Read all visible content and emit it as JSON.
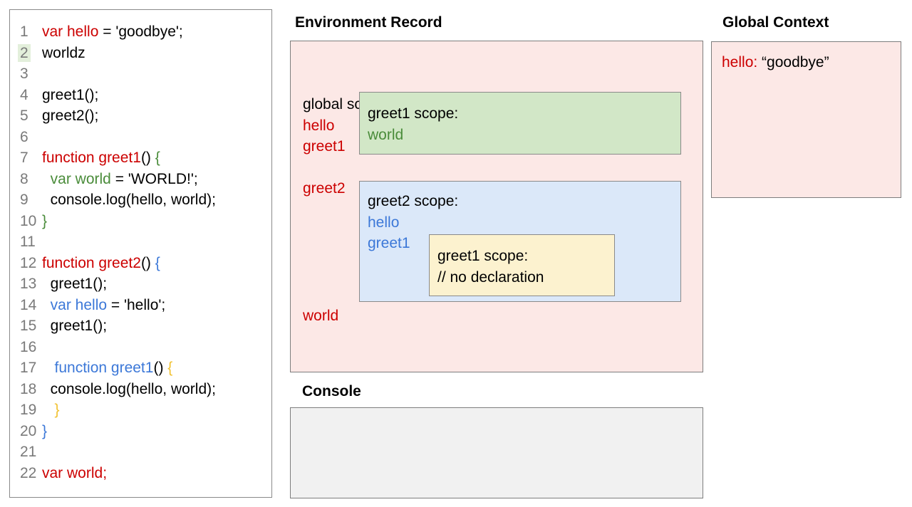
{
  "colors": {
    "code_black": "#000000",
    "code_red": "#cc0000",
    "code_green": "#4a8c3a",
    "code_blue": "#3c78d8",
    "code_yellow": "#f1c232",
    "line_number": "#7a7a7a",
    "line_highlight": "#e3efdb",
    "panel_pink": "#fce8e6",
    "box_green": "#d2e7c7",
    "box_blue": "#dbe8f9",
    "box_yellow": "#fcf2cf",
    "console_bg": "#f1f1f1"
  },
  "code": {
    "lines": [
      {
        "n": 1,
        "highlight": false,
        "segments": [
          {
            "t": "var hello",
            "c": "red"
          },
          {
            "t": " = 'goodbye';",
            "c": "black"
          }
        ]
      },
      {
        "n": 2,
        "highlight": true,
        "segments": [
          {
            "t": "worldz",
            "c": "black"
          }
        ]
      },
      {
        "n": 3,
        "highlight": false,
        "segments": []
      },
      {
        "n": 4,
        "highlight": false,
        "segments": [
          {
            "t": "greet1();",
            "c": "black"
          }
        ]
      },
      {
        "n": 5,
        "highlight": false,
        "segments": [
          {
            "t": "greet2();",
            "c": "black"
          }
        ]
      },
      {
        "n": 6,
        "highlight": false,
        "segments": []
      },
      {
        "n": 7,
        "highlight": false,
        "segments": [
          {
            "t": "function greet1",
            "c": "red"
          },
          {
            "t": "() ",
            "c": "black"
          },
          {
            "t": "{",
            "c": "green"
          }
        ]
      },
      {
        "n": 8,
        "highlight": false,
        "segments": [
          {
            "t": "  ",
            "c": "black"
          },
          {
            "t": "var world",
            "c": "green"
          },
          {
            "t": " = 'WORLD!';",
            "c": "black"
          }
        ]
      },
      {
        "n": 9,
        "highlight": false,
        "segments": [
          {
            "t": "  console.log(hello, world);",
            "c": "black"
          }
        ]
      },
      {
        "n": 10,
        "highlight": false,
        "segments": [
          {
            "t": "}",
            "c": "green"
          }
        ]
      },
      {
        "n": 11,
        "highlight": false,
        "segments": []
      },
      {
        "n": 12,
        "highlight": false,
        "segments": [
          {
            "t": "function greet2",
            "c": "red"
          },
          {
            "t": "() ",
            "c": "black"
          },
          {
            "t": "{",
            "c": "blue"
          }
        ]
      },
      {
        "n": 13,
        "highlight": false,
        "segments": [
          {
            "t": "  greet1();",
            "c": "black"
          }
        ]
      },
      {
        "n": 14,
        "highlight": false,
        "segments": [
          {
            "t": "  ",
            "c": "black"
          },
          {
            "t": "var hello",
            "c": "blue"
          },
          {
            "t": " = 'hello';",
            "c": "black"
          }
        ]
      },
      {
        "n": 15,
        "highlight": false,
        "segments": [
          {
            "t": "  greet1();",
            "c": "black"
          }
        ]
      },
      {
        "n": 16,
        "highlight": false,
        "segments": []
      },
      {
        "n": 17,
        "highlight": false,
        "segments": [
          {
            "t": "   ",
            "c": "black"
          },
          {
            "t": "function greet1",
            "c": "blue"
          },
          {
            "t": "() ",
            "c": "black"
          },
          {
            "t": "{",
            "c": "yellow"
          }
        ]
      },
      {
        "n": 18,
        "highlight": false,
        "segments": [
          {
            "t": "  console.log(hello, world);",
            "c": "black"
          }
        ]
      },
      {
        "n": 19,
        "highlight": false,
        "segments": [
          {
            "t": "   ",
            "c": "black"
          },
          {
            "t": "}",
            "c": "yellow"
          }
        ]
      },
      {
        "n": 20,
        "highlight": false,
        "segments": [
          {
            "t": "}",
            "c": "blue"
          }
        ]
      },
      {
        "n": 21,
        "highlight": false,
        "segments": []
      },
      {
        "n": 22,
        "highlight": false,
        "segments": [
          {
            "t": "var world;",
            "c": "red"
          }
        ]
      }
    ]
  },
  "environment_record": {
    "title": "Environment Record",
    "scope_label": "global scope:",
    "vars_top": [
      "hello",
      "greet1"
    ],
    "greet2_label": "greet2",
    "world_label": "world",
    "greet1_box": {
      "label": "greet1 scope:",
      "vars": [
        "world"
      ]
    },
    "greet2_box": {
      "label": "greet2 scope:",
      "vars": [
        "hello",
        "greet1"
      ],
      "inner_box": {
        "label": "greet1 scope:",
        "comment": "// no declaration"
      }
    }
  },
  "global_context": {
    "title": "Global Context",
    "key": "hello:",
    "value": " “goodbye”"
  },
  "console": {
    "title": "Console"
  }
}
